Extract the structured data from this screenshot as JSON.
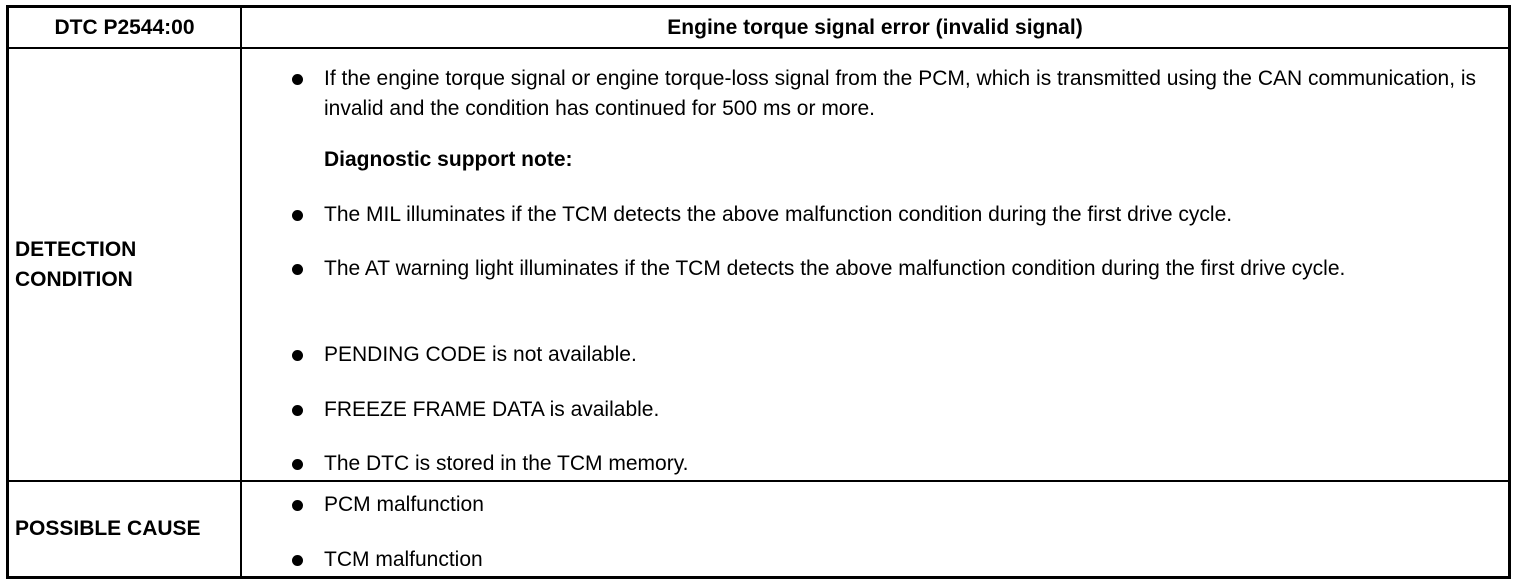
{
  "header": {
    "code": "DTC P2544:00",
    "title": "Engine torque signal error (invalid signal)"
  },
  "detection": {
    "label": "DETECTION CONDITION",
    "main_item": "If the engine torque signal or engine torque-loss signal from the PCM, which is transmitted using the CAN communication, is invalid and the condition has continued for 500 ms or more.",
    "support_note": "Diagnostic support note:",
    "items": [
      "The MIL illuminates if the TCM detects the above malfunction condition during the first drive cycle.",
      "The AT warning light illuminates if the TCM detects the above malfunction condition during the first drive cycle.",
      "PENDING CODE is not available.",
      "FREEZE FRAME DATA is available.",
      "The DTC is stored in the TCM memory."
    ]
  },
  "cause": {
    "label": "POSSIBLE CAUSE",
    "items": [
      "PCM malfunction",
      "TCM malfunction"
    ]
  }
}
